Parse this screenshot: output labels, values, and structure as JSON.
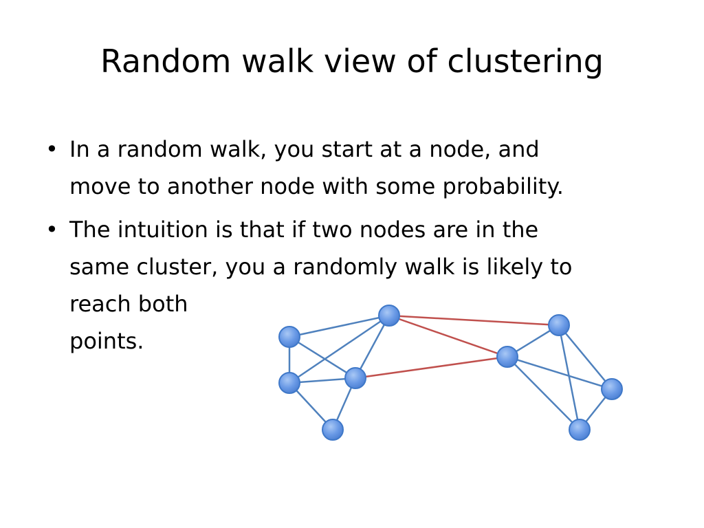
{
  "slide": {
    "title": "Random walk view of clustering",
    "bullets": [
      {
        "lines": [
          "In a random walk, you start at a node, and",
          "move to another node with some probability."
        ]
      },
      {
        "lines": [
          "The intuition is that if two nodes are in the",
          "same cluster, you a randomly walk is likely to",
          "reach both",
          "points."
        ]
      }
    ],
    "bullet_symbol": "•"
  },
  "colors": {
    "node_fill": "#6a9ae6",
    "node_stroke": "#3f78c8",
    "intra_edge": "#4f81bd",
    "inter_edge": "#c0504d"
  }
}
